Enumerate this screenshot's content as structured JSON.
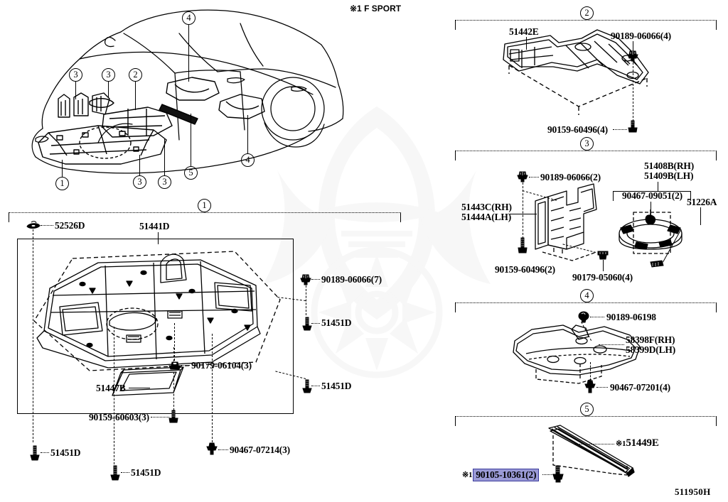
{
  "diagram": {
    "id_code": "511950H",
    "footnote": "※1 F SPORT",
    "footnote_marker": "※1"
  },
  "vehicle_callouts": [
    {
      "name": "callout-3-front-left",
      "label": "3"
    },
    {
      "name": "callout-3-front-mid",
      "label": "3"
    },
    {
      "name": "callout-2-engine",
      "label": "2"
    },
    {
      "name": "callout-4-front-door",
      "label": "4"
    },
    {
      "name": "callout-1-engine-under",
      "label": "1"
    },
    {
      "name": "callout-3-under-left",
      "label": "3"
    },
    {
      "name": "callout-3-under-right",
      "label": "3"
    },
    {
      "name": "callout-5-rocker",
      "label": "5"
    },
    {
      "name": "callout-4-rear-door",
      "label": "4"
    }
  ],
  "groups": {
    "g1": {
      "number": "1",
      "parts": [
        {
          "name": "part-52526d",
          "label": "52526D"
        },
        {
          "name": "part-51441d",
          "label": "51441D"
        },
        {
          "name": "part-90189-06066-7",
          "label": "90189-06066(7)"
        },
        {
          "name": "part-51451d-a",
          "label": "51451D"
        },
        {
          "name": "part-51451d-b",
          "label": "51451D"
        },
        {
          "name": "part-90179-06104-3",
          "label": "90179-06104(3)"
        },
        {
          "name": "part-51447b",
          "label": "51447B"
        },
        {
          "name": "part-90159-60603-3",
          "label": "90159-60603(3)"
        },
        {
          "name": "part-90467-07214-3",
          "label": "90467-07214(3)"
        },
        {
          "name": "part-51451d-c",
          "label": "51451D"
        },
        {
          "name": "part-51451d-d",
          "label": "51451D"
        }
      ]
    },
    "g2": {
      "number": "2",
      "parts": [
        {
          "name": "part-51442e",
          "label": "51442E"
        },
        {
          "name": "part-90189-06066-4",
          "label": "90189-06066(4)"
        },
        {
          "name": "part-90159-60496-4",
          "label": "90159-60496(4)"
        }
      ]
    },
    "g3": {
      "number": "3",
      "parts": [
        {
          "name": "part-90189-06066-2",
          "label": "90189-06066(2)"
        },
        {
          "name": "part-51408b-rh",
          "label": "51408B(RH)"
        },
        {
          "name": "part-51409b-lh",
          "label": "51409B(LH)"
        },
        {
          "name": "part-90467-09051-2",
          "label": "90467-09051(2)"
        },
        {
          "name": "part-51226a",
          "label": "51226A"
        },
        {
          "name": "part-51443c-rh",
          "label": "51443C(RH)"
        },
        {
          "name": "part-51444a-lh",
          "label": "51444A(LH)"
        },
        {
          "name": "part-90159-60496-2",
          "label": "90159-60496(2)"
        },
        {
          "name": "part-90179-05060-4",
          "label": "90179-05060(4)"
        }
      ]
    },
    "g4": {
      "number": "4",
      "parts": [
        {
          "name": "part-90189-06198",
          "label": "90189-06198"
        },
        {
          "name": "part-58398f-rh",
          "label": "58398F(RH)"
        },
        {
          "name": "part-58399d-lh",
          "label": "58399D(LH)"
        },
        {
          "name": "part-90467-07201-4",
          "label": "90467-07201(4)"
        }
      ]
    },
    "g5": {
      "number": "5",
      "parts": [
        {
          "name": "part-51449e",
          "label": "51449E",
          "marker": "※1"
        },
        {
          "name": "part-90105-10361-2",
          "label": "90105-10361(2)",
          "marker": "※1",
          "highlighted": true
        }
      ]
    }
  },
  "colors": {
    "highlight_fill": "#9a9ad6",
    "highlight_border": "#3a3a9c",
    "line": "#000000",
    "background": "#ffffff"
  }
}
